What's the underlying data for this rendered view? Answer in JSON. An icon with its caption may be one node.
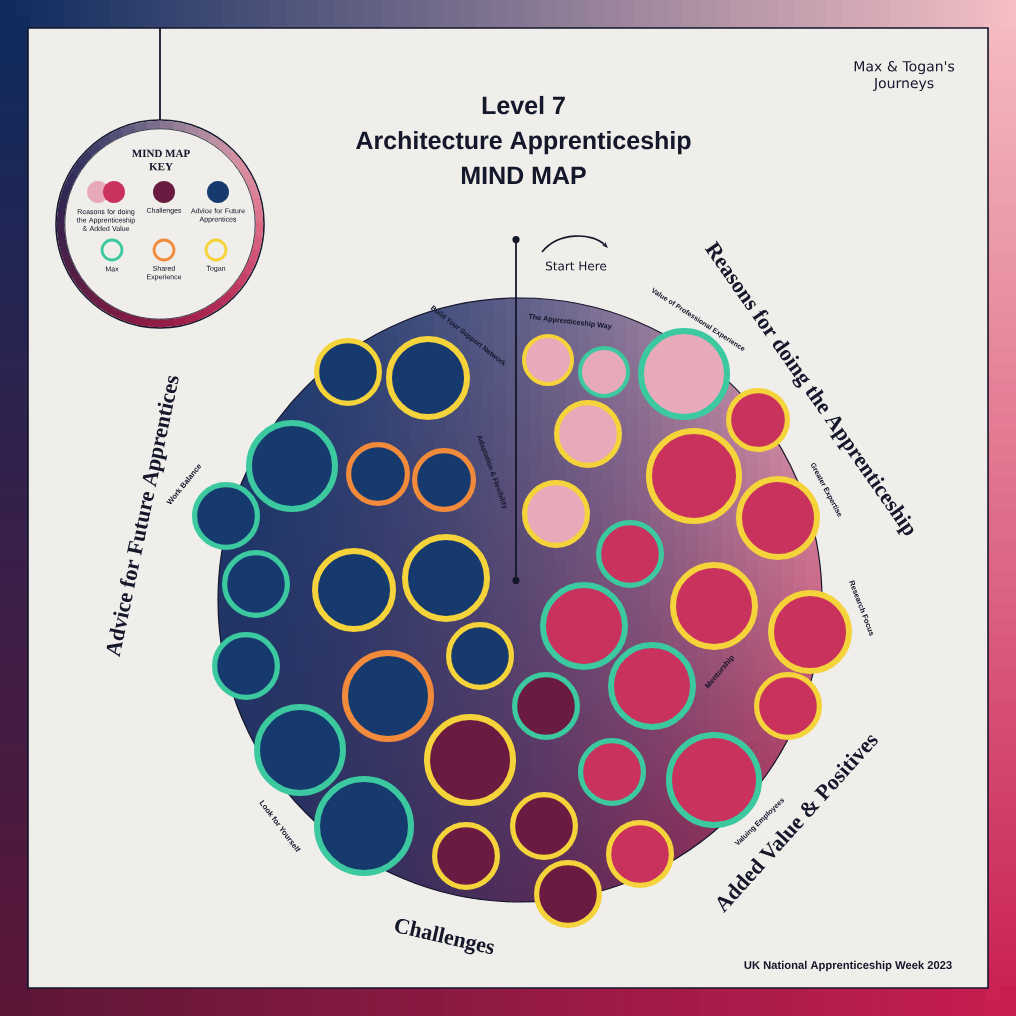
{
  "diagram": {
    "title": "Level 7 Architecture Apprenticeship MIND MAP",
    "nodes": [
      {
        "text": [],
        "shape": "circle"
      },
      {
        "text": [],
        "shape": "circle"
      },
      {
        "text": [],
        "shape": "circle"
      },
      {
        "text": [],
        "shape": "circle"
      },
      {
        "text": [],
        "shape": "circle"
      },
      {
        "text": [],
        "shape": "circle"
      },
      {
        "text": [],
        "shape": "circle"
      },
      {
        "text": [],
        "shape": "circle"
      },
      {
        "text": [],
        "shape": "circle"
      },
      {
        "text": [],
        "shape": "circle"
      },
      {
        "text": [],
        "shape": "circle"
      },
      {
        "text": [],
        "shape": "circle"
      },
      {
        "text": [],
        "shape": "circle"
      },
      {
        "text": [],
        "shape": "circle"
      },
      {
        "text": [],
        "shape": "circle"
      },
      {
        "text": [],
        "shape": "circle"
      },
      {
        "text": [],
        "shape": "circle"
      },
      {
        "text": [],
        "shape": "circle"
      },
      {
        "text": [],
        "shape": "circle"
      },
      {
        "text": [],
        "shape": "circle"
      },
      {
        "text": [],
        "shape": "circle"
      },
      {
        "text": [],
        "shape": "circle"
      },
      {
        "text": [],
        "shape": "circle"
      },
      {
        "text": [],
        "shape": "circle"
      },
      {
        "text": [],
        "shape": "circle"
      },
      {
        "text": [],
        "shape": "circle"
      },
      {
        "text": [],
        "shape": "circle"
      },
      {
        "text": [],
        "shape": "circle"
      },
      {
        "text": [],
        "shape": "circle"
      },
      {
        "text": [],
        "shape": "circle"
      },
      {
        "text": [],
        "shape": "circle"
      },
      {
        "text": [],
        "shape": "circle"
      },
      {
        "text": [],
        "shape": "circle"
      },
      {
        "text": [],
        "shape": "circle"
      },
      {
        "text": [],
        "shape": "circle"
      },
      {
        "text": [],
        "shape": "circle"
      }
    ],
    "labels": [
      "Max & Togan's Journeys",
      "MIND MAP KEY",
      "Start Here",
      "Reasons for doing the Apprenticeship",
      "The Apprenticeship Way",
      "Value of Professional Experience",
      "Build Your Support Network",
      "Advice for Future Apprentices",
      "Adaptation & Flexibility",
      "Greater Expertise",
      "Work Balance",
      "Research Focus",
      "Mentorship",
      "Look for Yourself",
      "Valuing Employees",
      "Added Value & Positives",
      "Challenges",
      "UK National Apprenticeship Week 2023"
    ],
    "legend": [
      {
        "text": "Reasons for doing the Apprenticeship & Added Value",
        "color": "#c8325c"
      },
      {
        "text": "Challenges",
        "color": "#6b1a42"
      },
      {
        "text": "Advice for Future Apprentices",
        "color": "#173a6e"
      },
      {
        "text": "Max",
        "color": "#3cc9a0"
      },
      {
        "text": "Shared Experience",
        "color": "#f28a3c"
      },
      {
        "text": "Togan",
        "color": "#f5d33a"
      }
    ]
  }
}
